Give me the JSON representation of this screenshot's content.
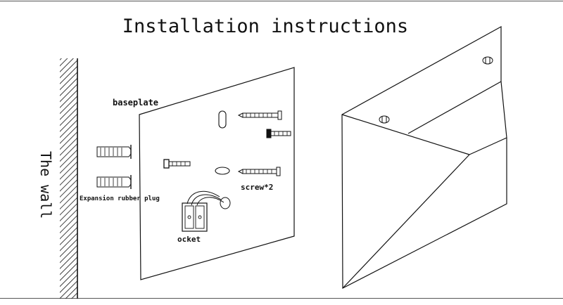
{
  "title": "Installation instructions",
  "labels": {
    "wall": "The wall",
    "baseplate": "baseplate",
    "plug": "Expansion rubber plug",
    "screw": "screw*2",
    "socket": "ocket"
  }
}
